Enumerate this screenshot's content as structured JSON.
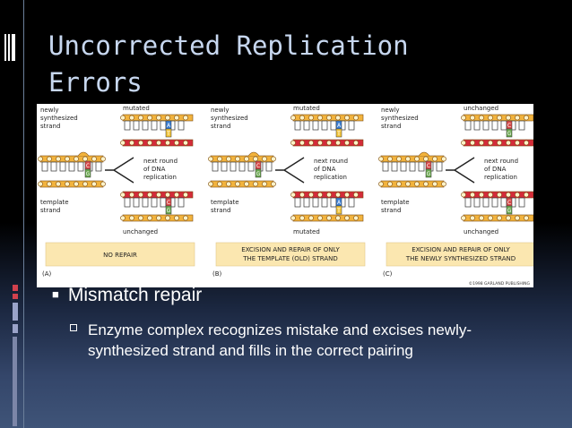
{
  "slide": {
    "title": "Uncorrected Replication\nErrors",
    "bullets": [
      {
        "text": "Mismatch repair",
        "level": 1
      },
      {
        "text": "Enzyme complex recognizes mistake and excises newly-synthesized strand and fills in the correct pairing",
        "level": 2
      }
    ]
  },
  "figure": {
    "panels": [
      {
        "label": "(A)",
        "top_label": "mutated",
        "bottom_label": "unchanged",
        "left_top": "newly\nsynthesized\nstrand",
        "left_bottom": "template\nstrand",
        "arrow_text": "next round\nof DNA\nreplication",
        "caption": "NO REPAIR",
        "top_bases": [
          "A",
          "T"
        ],
        "bottom_bases": [
          "C",
          "G"
        ]
      },
      {
        "label": "(B)",
        "top_label": "mutated",
        "bottom_label": "mutated",
        "left_top": "newly\nsynthesized\nstrand",
        "left_bottom": "template\nstrand",
        "arrow_text": "next round\nof DNA\nreplication",
        "caption": "EXCISION AND REPAIR OF ONLY\nTHE TEMPLATE (OLD) STRAND",
        "top_bases": [
          "A",
          "T"
        ],
        "bottom_bases": [
          "A",
          "T"
        ]
      },
      {
        "label": "(C)",
        "top_label": "unchanged",
        "bottom_label": "unchanged",
        "left_top": "newly\nsynthesized\nstrand",
        "left_bottom": "template\nstrand",
        "arrow_text": "next round\nof DNA\nreplication",
        "caption": "EXCISION AND REPAIR OF ONLY\nTHE NEWLY SYNTHESIZED STRAND",
        "top_bases": [
          "C",
          "G"
        ],
        "bottom_bases": [
          "C",
          "G"
        ]
      }
    ],
    "copyright": "©1998 GARLAND PUBLISHING"
  },
  "colors": {
    "title": "#c7d7ef",
    "caption_box": "#fbe7b0",
    "strand_yellow": "#f2b33d",
    "strand_red": "#d42b3a",
    "base_A": "#3a7fd6",
    "base_T": "#f2c53b",
    "base_C": "#d94a4a",
    "base_G": "#6aa84f"
  }
}
